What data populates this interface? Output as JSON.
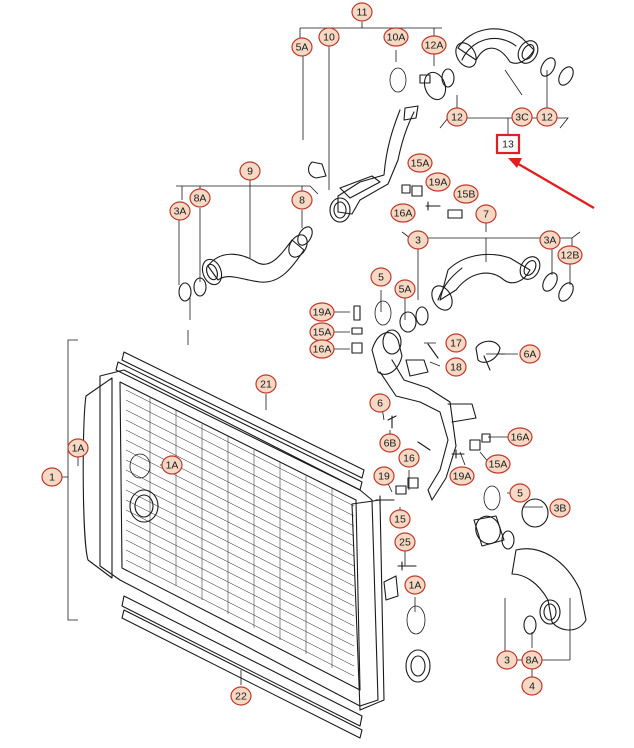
{
  "colors": {
    "callout_fill": "#f5d9c4",
    "callout_stroke": "#c0392b",
    "callout_text": "#1a1a1a",
    "line": "#1a1a1a",
    "highlight": "#e02020"
  },
  "highlighted_callout": "13",
  "callouts": [
    "11",
    "5A",
    "10",
    "10A",
    "12A",
    "13",
    "12",
    "3C",
    "12",
    "9",
    "8A",
    "3A",
    "8",
    "15A",
    "19A",
    "15B",
    "16A",
    "7",
    "3",
    "3A",
    "12B",
    "5",
    "5A",
    "19A",
    "15A",
    "16A",
    "17",
    "18",
    "6A",
    "6",
    "21",
    "6B",
    "16A",
    "15A",
    "19A",
    "1A",
    "1A",
    "1",
    "19",
    "16",
    "5",
    "3B",
    "15",
    "25",
    "1A",
    "22",
    "3",
    "8A",
    "4"
  ]
}
